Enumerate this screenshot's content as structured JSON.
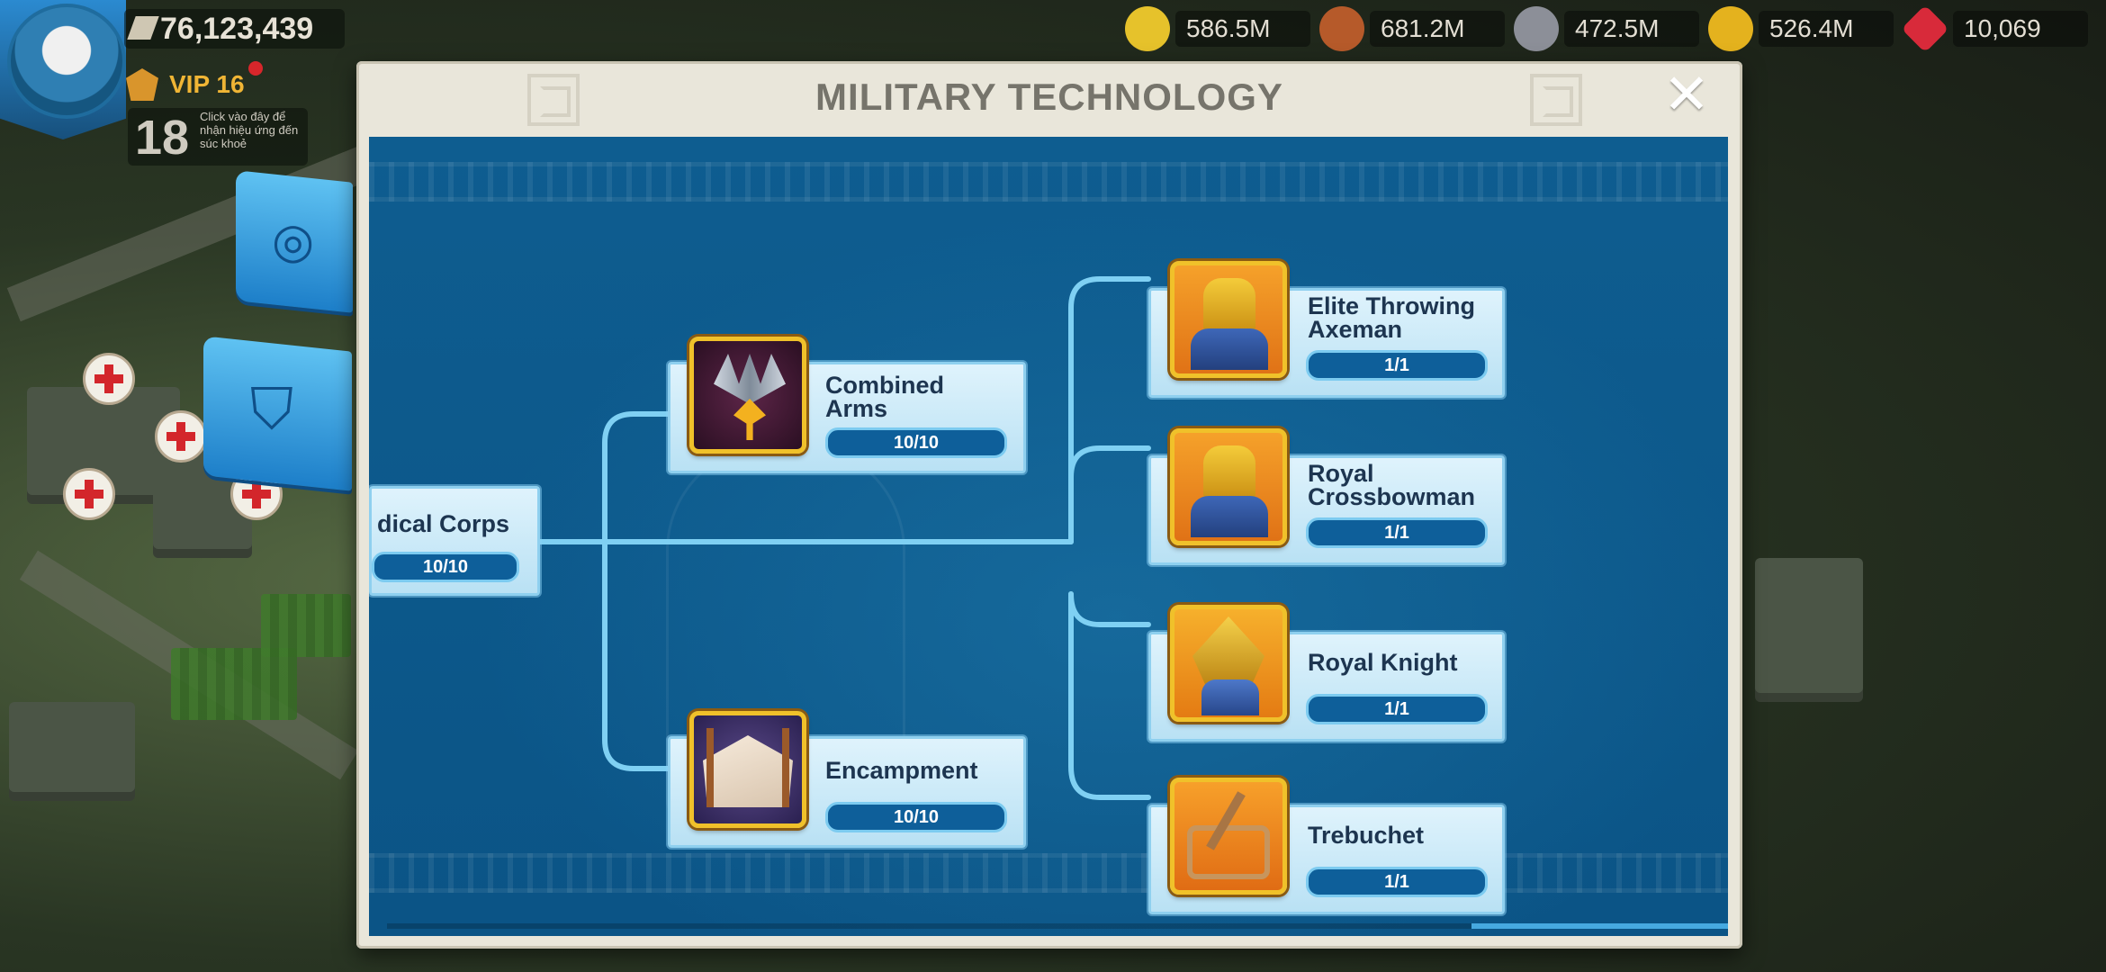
{
  "hud": {
    "power": "76,123,439",
    "vip": "VIP 16",
    "buff_number": "18",
    "buff_text": "Click vào đây để nhận hiệu ứng đến súc khoẻ"
  },
  "resources": [
    {
      "name": "food",
      "value": "586.5M",
      "icon": "corn-icon",
      "color": "#e6c22b"
    },
    {
      "name": "wood",
      "value": "681.2M",
      "icon": "wood-log-icon",
      "color": "#b65a2a"
    },
    {
      "name": "stone",
      "value": "472.5M",
      "icon": "stone-icon",
      "color": "#8c8f98"
    },
    {
      "name": "gold",
      "value": "526.4M",
      "icon": "gold-coin-icon",
      "color": "#e4b21e"
    },
    {
      "name": "gems",
      "value": "10,069",
      "icon": "red-gem-icon",
      "color": "#d82a3a"
    }
  ],
  "dialog": {
    "title": "MILITARY TECHNOLOGY",
    "close_label": "✕"
  },
  "nodes": {
    "medical": {
      "title": "dical Corps",
      "progress": "10/10"
    },
    "combined": {
      "title_1": "Combined",
      "title_2": "Arms",
      "progress": "10/10"
    },
    "encampment": {
      "title": "Encampment",
      "progress": "10/10"
    },
    "axeman": {
      "title_1": "Elite Throwing",
      "title_2": "Axeman",
      "progress": "1/1"
    },
    "crossbow": {
      "title_1": "Royal",
      "title_2": "Crossbowman",
      "progress": "1/1"
    },
    "knight": {
      "title": "Royal Knight",
      "progress": "1/1"
    },
    "trebuchet": {
      "title": "Trebuchet",
      "progress": "1/1"
    }
  },
  "colors": {
    "panel": "#0f5a8c",
    "connector": "#7fd0f3",
    "progress_bar": "#0e5f9a",
    "icon_frame": "#f0c12a"
  }
}
